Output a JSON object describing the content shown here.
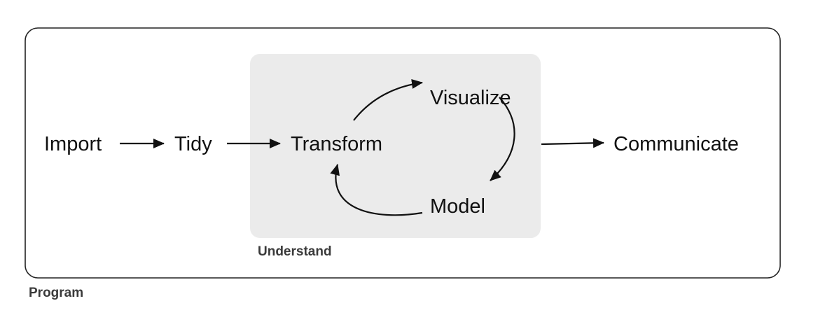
{
  "nodes": {
    "import": "Import",
    "tidy": "Tidy",
    "transform": "Transform",
    "visualize": "Visualize",
    "model": "Model",
    "communicate": "Communicate"
  },
  "groups": {
    "understand": "Understand",
    "program": "Program"
  },
  "colors": {
    "understand_fill": "#ebebeb",
    "program_border": "#222222",
    "text": "#111111",
    "group_label": "#3a3a3a"
  }
}
